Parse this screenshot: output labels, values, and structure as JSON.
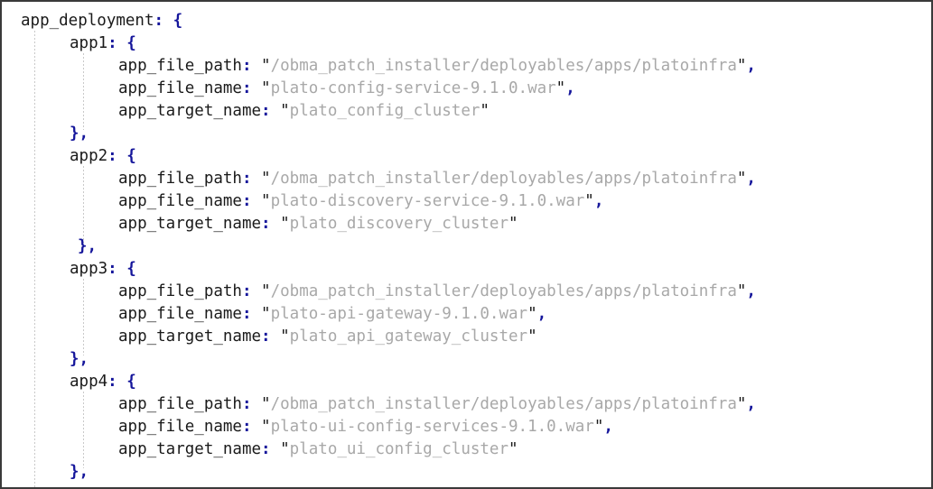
{
  "editor": {
    "language": "json-config",
    "root_key": "app_deployment",
    "border_color": "#3a3a3a",
    "background_color": "#ffffff",
    "key_color": "#1a1a1a",
    "punctuation_color": "#15169b",
    "string_color": "#a8a8a8"
  },
  "code_lines": [
    {
      "indent": 0,
      "tokens": [
        {
          "t": "k",
          "v": "app_deployment"
        },
        {
          "t": "p",
          "v": ": {"
        }
      ]
    },
    {
      "indent": 1,
      "tokens": [
        {
          "t": "k",
          "v": "app1"
        },
        {
          "t": "p",
          "v": ": {"
        }
      ]
    },
    {
      "indent": 2,
      "tokens": [
        {
          "t": "k",
          "v": "app_file_path"
        },
        {
          "t": "p",
          "v": ": "
        },
        {
          "t": "q",
          "v": "\""
        },
        {
          "t": "s",
          "v": "/obma_patch_installer/deployables/apps/platoinfra"
        },
        {
          "t": "q",
          "v": "\""
        },
        {
          "t": "p",
          "v": ","
        }
      ]
    },
    {
      "indent": 2,
      "tokens": [
        {
          "t": "k",
          "v": "app_file_name"
        },
        {
          "t": "p",
          "v": ": "
        },
        {
          "t": "q",
          "v": "\""
        },
        {
          "t": "s",
          "v": "plato-config-service-9.1.0.war"
        },
        {
          "t": "q",
          "v": "\""
        },
        {
          "t": "p",
          "v": ","
        }
      ]
    },
    {
      "indent": 2,
      "tokens": [
        {
          "t": "k",
          "v": "app_target_name"
        },
        {
          "t": "p",
          "v": ": "
        },
        {
          "t": "q",
          "v": "\""
        },
        {
          "t": "s",
          "v": "plato_config_cluster"
        },
        {
          "t": "q",
          "v": "\""
        }
      ]
    },
    {
      "indent": 1,
      "tokens": [
        {
          "t": "p",
          "v": "},"
        }
      ]
    },
    {
      "indent": 1,
      "tokens": [
        {
          "t": "k",
          "v": "app2"
        },
        {
          "t": "p",
          "v": ": {"
        }
      ]
    },
    {
      "indent": 2,
      "tokens": [
        {
          "t": "k",
          "v": "app_file_path"
        },
        {
          "t": "p",
          "v": ": "
        },
        {
          "t": "q",
          "v": "\""
        },
        {
          "t": "s",
          "v": "/obma_patch_installer/deployables/apps/platoinfra"
        },
        {
          "t": "q",
          "v": "\""
        },
        {
          "t": "p",
          "v": ","
        }
      ]
    },
    {
      "indent": 2,
      "tokens": [
        {
          "t": "k",
          "v": "app_file_name"
        },
        {
          "t": "p",
          "v": ": "
        },
        {
          "t": "q",
          "v": "\""
        },
        {
          "t": "s",
          "v": "plato-discovery-service-9.1.0.war"
        },
        {
          "t": "q",
          "v": "\""
        },
        {
          "t": "p",
          "v": ","
        }
      ]
    },
    {
      "indent": 2,
      "tokens": [
        {
          "t": "k",
          "v": "app_target_name"
        },
        {
          "t": "p",
          "v": ": "
        },
        {
          "t": "q",
          "v": "\""
        },
        {
          "t": "s",
          "v": "plato_discovery_cluster"
        },
        {
          "t": "q",
          "v": "\""
        }
      ]
    },
    {
      "indent": 1,
      "extra_space": true,
      "tokens": [
        {
          "t": "p",
          "v": "},"
        }
      ]
    },
    {
      "indent": 1,
      "tokens": [
        {
          "t": "k",
          "v": "app3"
        },
        {
          "t": "p",
          "v": ": {"
        }
      ]
    },
    {
      "indent": 2,
      "tokens": [
        {
          "t": "k",
          "v": "app_file_path"
        },
        {
          "t": "p",
          "v": ": "
        },
        {
          "t": "q",
          "v": "\""
        },
        {
          "t": "s",
          "v": "/obma_patch_installer/deployables/apps/platoinfra"
        },
        {
          "t": "q",
          "v": "\""
        },
        {
          "t": "p",
          "v": ","
        }
      ]
    },
    {
      "indent": 2,
      "tokens": [
        {
          "t": "k",
          "v": "app_file_name"
        },
        {
          "t": "p",
          "v": ": "
        },
        {
          "t": "q",
          "v": "\""
        },
        {
          "t": "s",
          "v": "plato-api-gateway-9.1.0.war"
        },
        {
          "t": "q",
          "v": "\""
        },
        {
          "t": "p",
          "v": ","
        }
      ]
    },
    {
      "indent": 2,
      "tokens": [
        {
          "t": "k",
          "v": "app_target_name"
        },
        {
          "t": "p",
          "v": ": "
        },
        {
          "t": "q",
          "v": "\""
        },
        {
          "t": "s",
          "v": "plato_api_gateway_cluster"
        },
        {
          "t": "q",
          "v": "\""
        }
      ]
    },
    {
      "indent": 1,
      "tokens": [
        {
          "t": "p",
          "v": "},"
        }
      ]
    },
    {
      "indent": 1,
      "tokens": [
        {
          "t": "k",
          "v": "app4"
        },
        {
          "t": "p",
          "v": ": {"
        }
      ]
    },
    {
      "indent": 2,
      "tokens": [
        {
          "t": "k",
          "v": "app_file_path"
        },
        {
          "t": "p",
          "v": ": "
        },
        {
          "t": "q",
          "v": "\""
        },
        {
          "t": "s",
          "v": "/obma_patch_installer/deployables/apps/platoinfra"
        },
        {
          "t": "q",
          "v": "\""
        },
        {
          "t": "p",
          "v": ","
        }
      ]
    },
    {
      "indent": 2,
      "tokens": [
        {
          "t": "k",
          "v": "app_file_name"
        },
        {
          "t": "p",
          "v": ": "
        },
        {
          "t": "q",
          "v": "\""
        },
        {
          "t": "s",
          "v": "plato-ui-config-services-9.1.0.war"
        },
        {
          "t": "q",
          "v": "\""
        },
        {
          "t": "p",
          "v": ","
        }
      ]
    },
    {
      "indent": 2,
      "tokens": [
        {
          "t": "k",
          "v": "app_target_name"
        },
        {
          "t": "p",
          "v": ": "
        },
        {
          "t": "q",
          "v": "\""
        },
        {
          "t": "s",
          "v": "plato_ui_config_cluster"
        },
        {
          "t": "q",
          "v": "\""
        }
      ]
    },
    {
      "indent": 1,
      "tokens": [
        {
          "t": "p",
          "v": "},"
        }
      ]
    }
  ]
}
